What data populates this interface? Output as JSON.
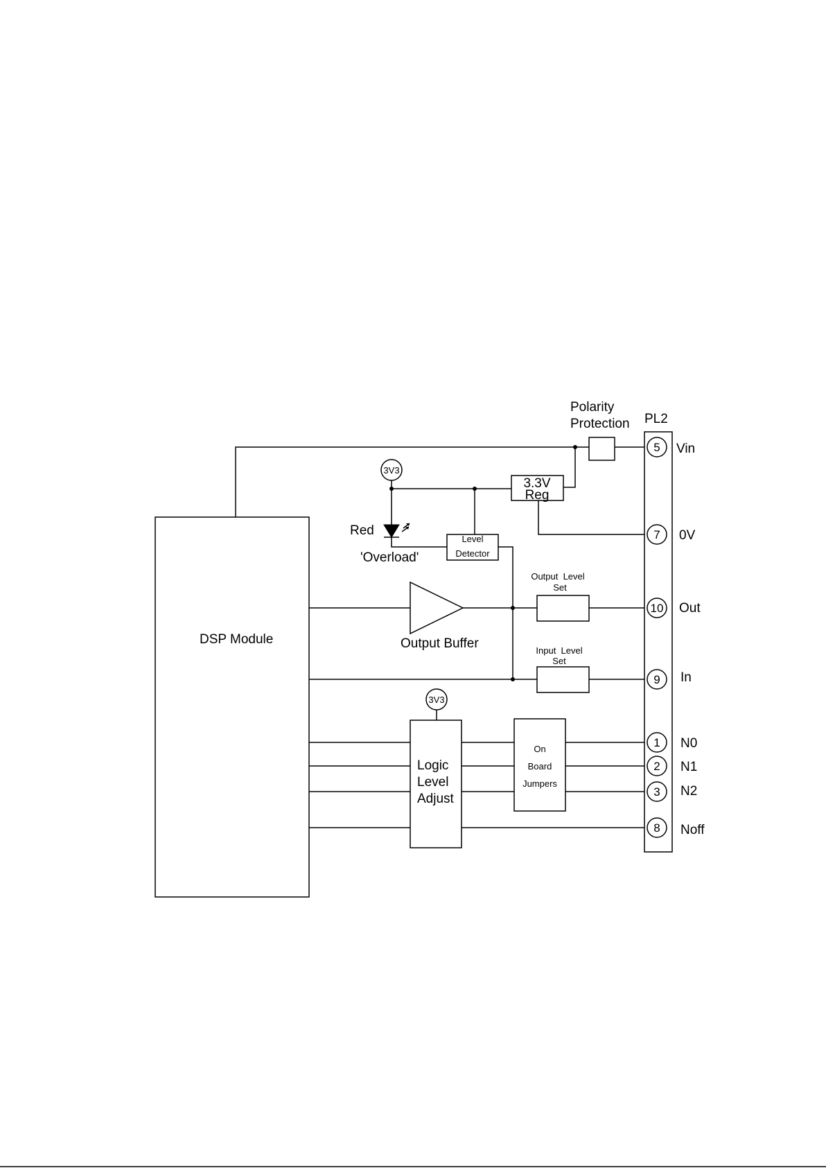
{
  "blocks": {
    "dsp_module": "DSP Module",
    "polarity_protection": [
      "Polarity",
      "Protection"
    ],
    "regulator": [
      "3.3V",
      "Reg"
    ],
    "level_detector": [
      "Level",
      "Detector"
    ],
    "output_buffer": "Output Buffer",
    "output_level_set": [
      "Output  Level",
      "Set"
    ],
    "input_level_set": [
      "Input  Level",
      "Set"
    ],
    "logic_level_adjust": [
      "Logic",
      "Level",
      "Adjust"
    ],
    "on_board_jumpers": [
      "On",
      "Board",
      "Jumpers"
    ],
    "connector": "PL2"
  },
  "supply_label": "3V3",
  "led": {
    "color": "Red",
    "name": "'Overload'"
  },
  "pins": [
    {
      "number": "5",
      "label": "Vin"
    },
    {
      "number": "7",
      "label": "0V"
    },
    {
      "number": "10",
      "label": "Out"
    },
    {
      "number": "9",
      "label": "In"
    },
    {
      "number": "1",
      "label": "N0"
    },
    {
      "number": "2",
      "label": "N1"
    },
    {
      "number": "3",
      "label": "N2"
    },
    {
      "number": "8",
      "label": "Noff"
    }
  ]
}
